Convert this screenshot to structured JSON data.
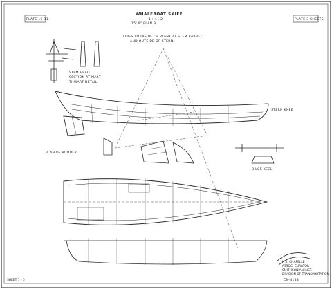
{
  "drawing": {
    "title_line1": "WHALEBOAT  SKIFF",
    "title_line2": "1 : 4 . 2",
    "title_line3": "15' 9\"    PLAN   3",
    "plate_number_left": "PLATE 16-11",
    "plate_number_right": "PLATE 3 SHEETS",
    "notes": [
      "LINES TO INSIDE OF PLANK AT STEM RABBET",
      "AND OUTSIDE OF STERN"
    ],
    "detail_labels": [
      "STEM HEAD",
      "SECTION AT MAST",
      "THWART DETAIL",
      "PLAN OF RUDDER",
      "STERN KNEE",
      "BILGE KEEL"
    ],
    "stamp_lines": [
      "H. I. CHAPELLE",
      "ASSOC. CURATOR",
      "SMITHSONIAN INST.",
      "DIVISION OF TRANSPORTATION"
    ],
    "sheet_id": "CN-4183",
    "corner_mark": "SHEET 1 - 3"
  },
  "colors": {
    "line": "#2b2b2b",
    "paper": "#ffffff",
    "frame": "#3a3a3a"
  }
}
